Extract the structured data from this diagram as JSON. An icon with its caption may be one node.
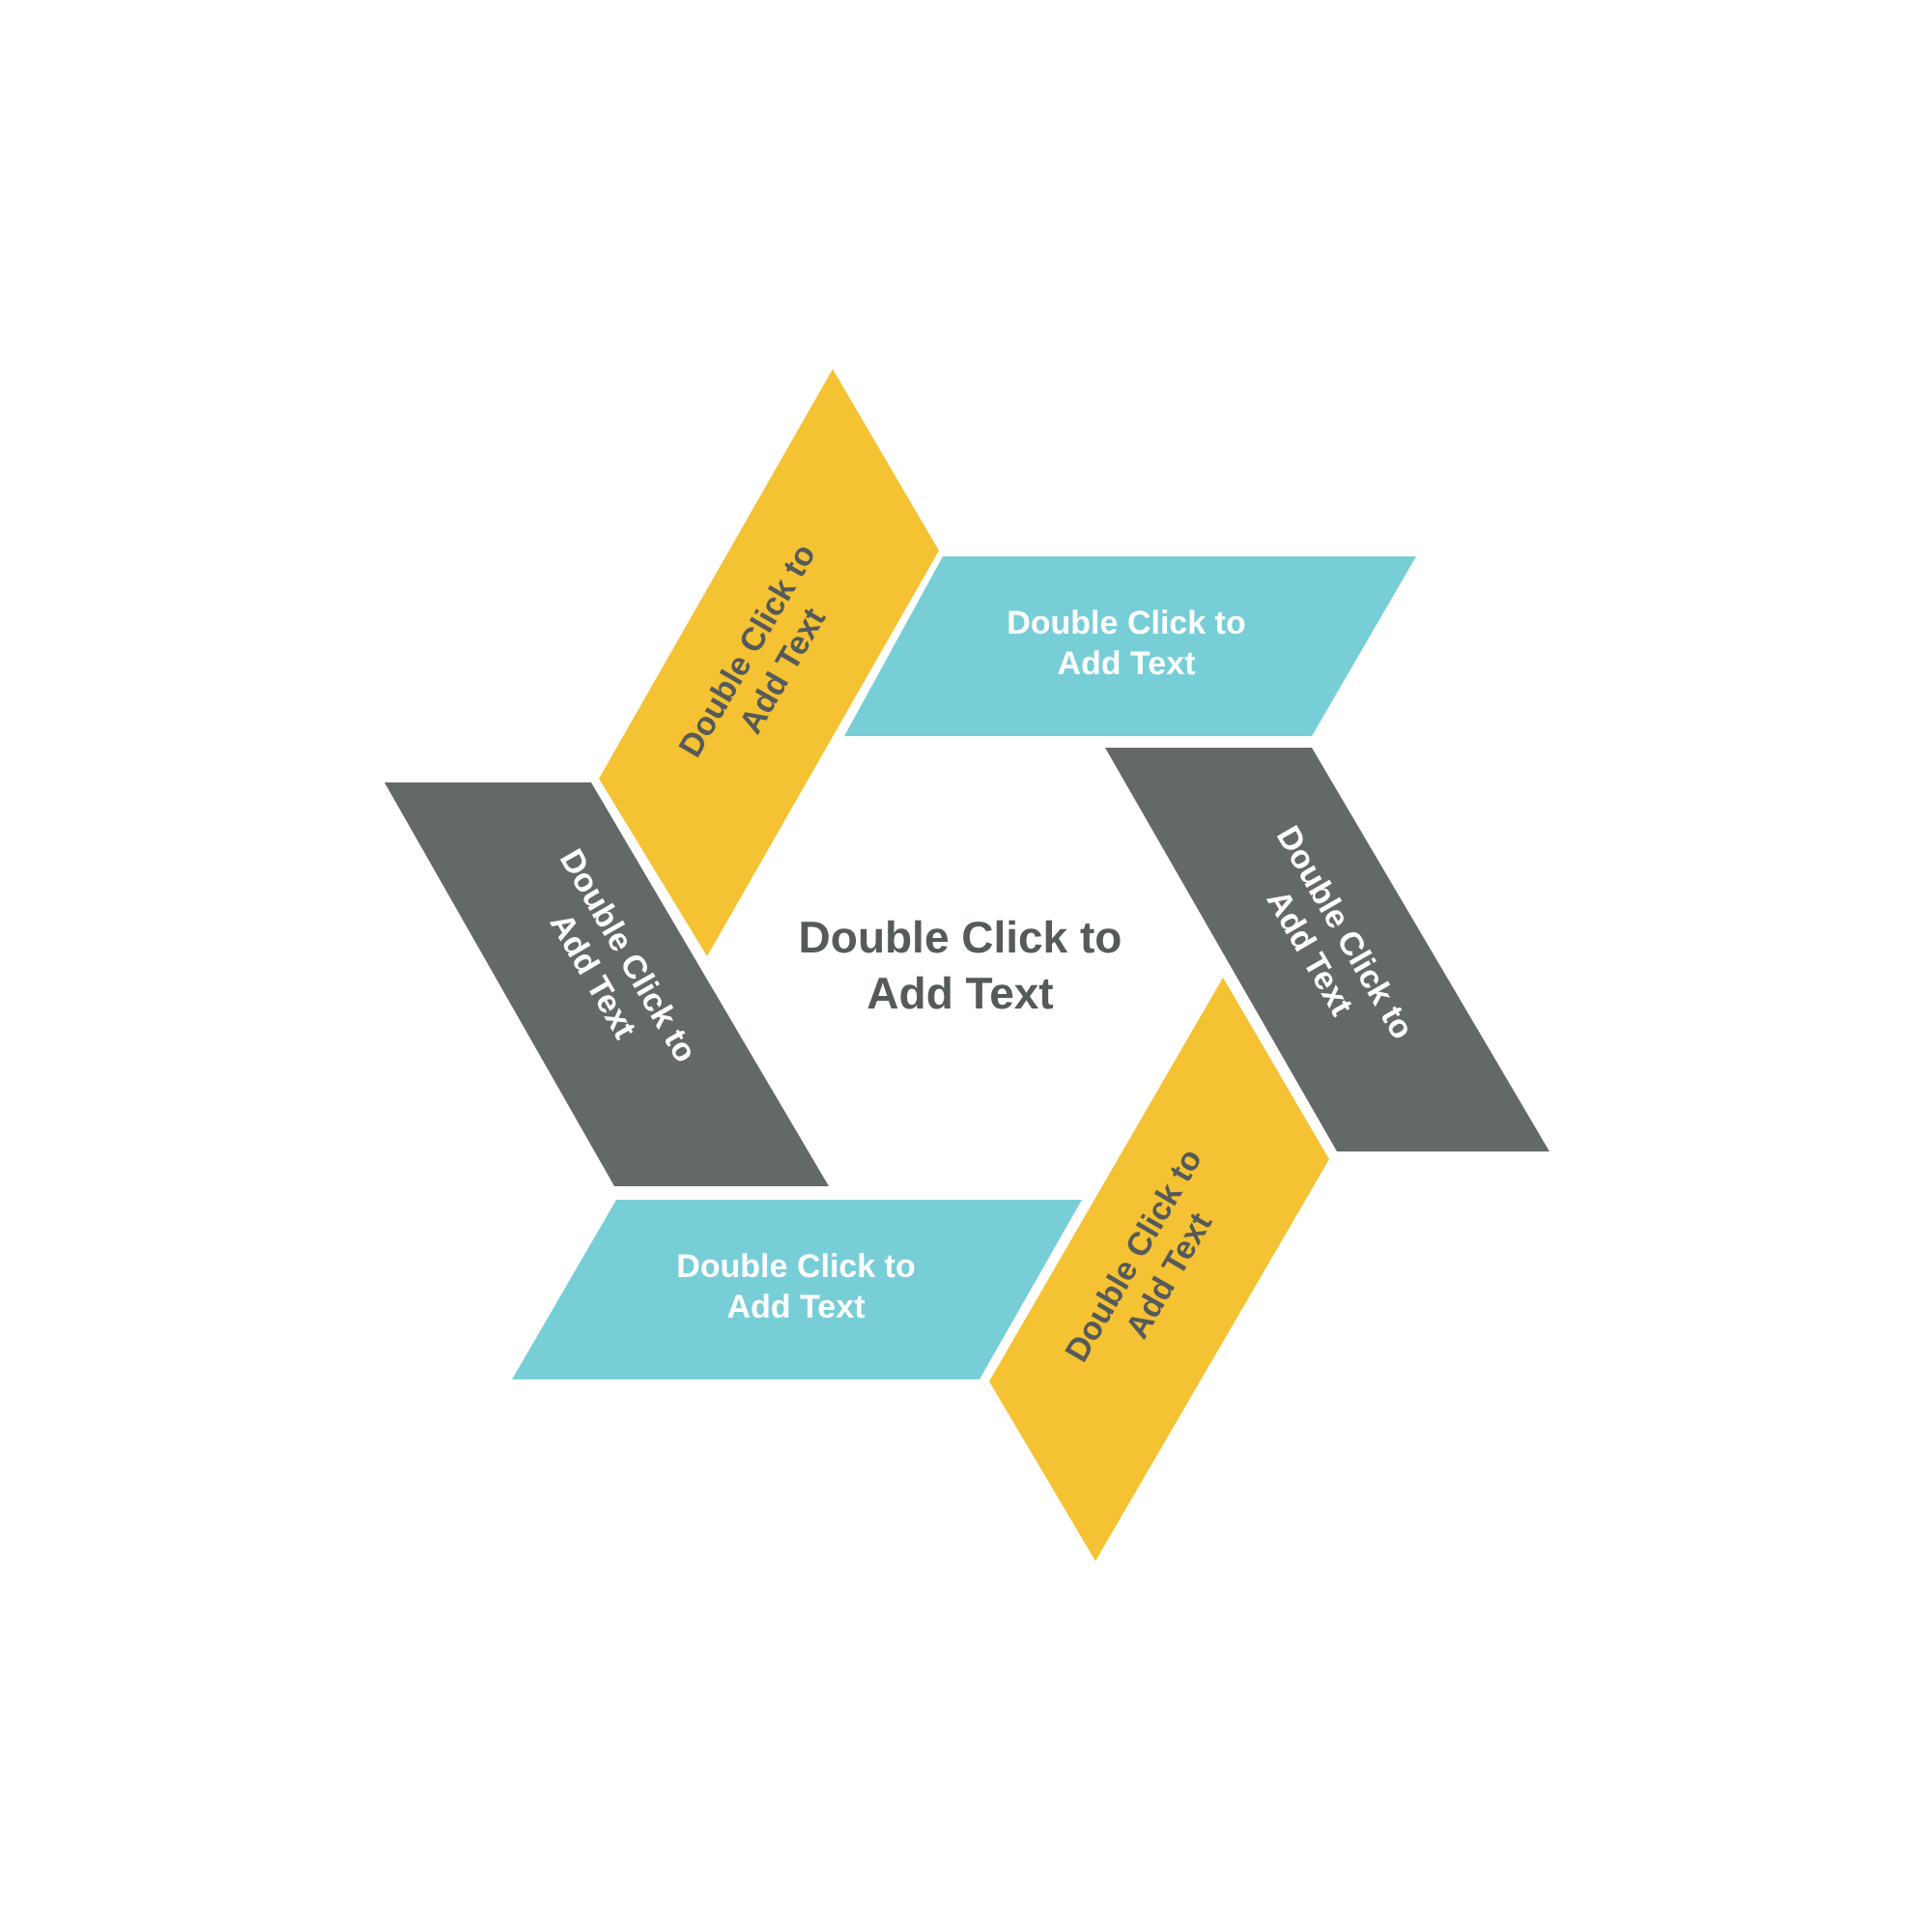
{
  "diagram": {
    "nodes": [
      {
        "text": [
          "Double Click to Add Text"
        ]
      },
      {
        "text": [
          "Double Click to Add Text"
        ]
      },
      {
        "text": [
          "Double Click to Add Text"
        ]
      },
      {
        "text": [
          "Double Click to Add Text"
        ]
      },
      {
        "text": [
          "Double Click to Add Text"
        ]
      },
      {
        "text": [
          "Double Click to Add Text"
        ]
      }
    ],
    "edges": [],
    "labels": [
      "Double Click to Add Text"
    ]
  }
}
